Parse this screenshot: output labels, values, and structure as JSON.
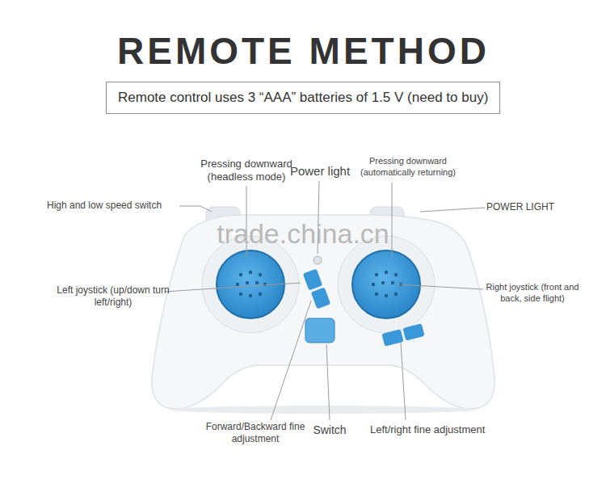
{
  "diagram": {
    "title": "REMOTE METHOD",
    "nodes": [
      {
        "text": [
          "Remote control uses 3 “AAA” batteries of 1.5 V (need to buy)"
        ]
      }
    ],
    "labels": [
      "Pressing downward (headless mode)",
      "Power light",
      "Pressing downward (automatically returning)",
      "High and low speed switch",
      "POWER LIGHT",
      "trade.china.cn",
      "Left joystick (up/down turn left/right)",
      "Right joystick (front and back, side flight)",
      "Forward/Backward fine adjustment",
      "Switch",
      "Left/right fine adjustment"
    ]
  }
}
